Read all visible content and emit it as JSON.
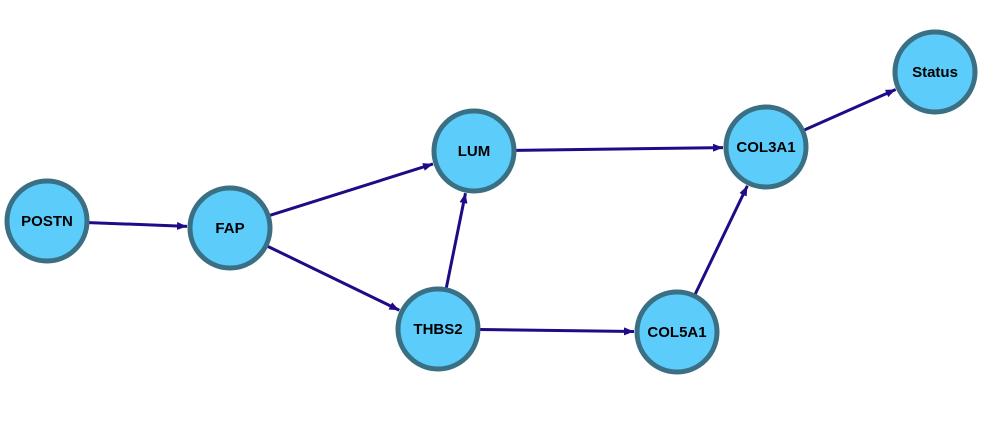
{
  "diagram": {
    "type": "directed-graph",
    "colors": {
      "node_fill": "#5ccdfb",
      "node_stroke": "#3a6f84",
      "edge": "#1f0a87"
    },
    "nodes": [
      {
        "id": "POSTN",
        "label": "POSTN"
      },
      {
        "id": "FAP",
        "label": "FAP"
      },
      {
        "id": "LUM",
        "label": "LUM"
      },
      {
        "id": "THBS2",
        "label": "THBS2"
      },
      {
        "id": "COL5A1",
        "label": "COL5A1"
      },
      {
        "id": "COL3A1",
        "label": "COL3A1"
      },
      {
        "id": "Status",
        "label": "Status"
      }
    ],
    "edges": [
      {
        "from": "POSTN",
        "to": "FAP"
      },
      {
        "from": "FAP",
        "to": "LUM"
      },
      {
        "from": "FAP",
        "to": "THBS2"
      },
      {
        "from": "THBS2",
        "to": "LUM"
      },
      {
        "from": "THBS2",
        "to": "COL5A1"
      },
      {
        "from": "LUM",
        "to": "COL3A1"
      },
      {
        "from": "COL5A1",
        "to": "COL3A1"
      },
      {
        "from": "COL3A1",
        "to": "Status"
      }
    ]
  }
}
